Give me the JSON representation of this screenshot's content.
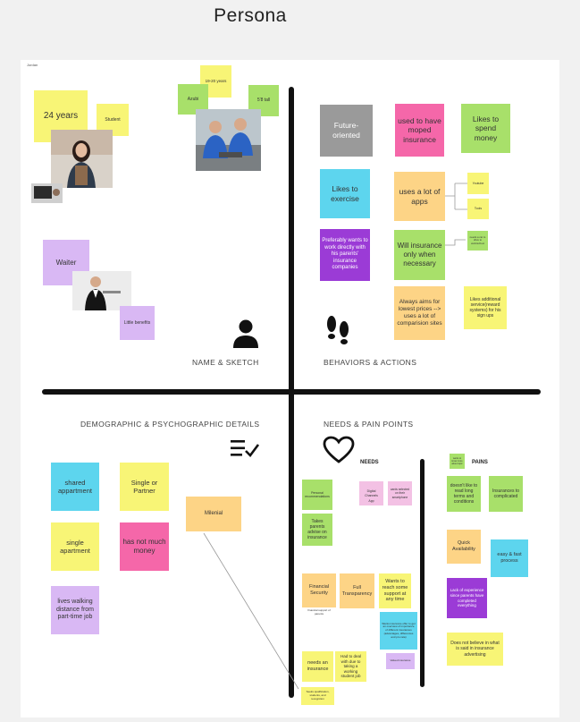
{
  "title": "Persona",
  "board_label": "Jordan",
  "sections": {
    "name": "NAME & SKETCH",
    "behaviors": "BEHAVIORS & ACTIONS",
    "demographic": "DEMOGRAPHIC & PSYCHOGRAPHIC DETAILS",
    "needs": "NEEDS & PAIN POINTS"
  },
  "columns": {
    "needs": "NEEDS",
    "pains": "PAINS"
  },
  "icons": [
    "person-icon",
    "footprints-icon",
    "checklist-icon",
    "heart-icon"
  ],
  "colors": {
    "yellow": "#f8f576",
    "green": "#a8e06a",
    "pink": "#f567a9",
    "orange": "#fdd486",
    "cyan": "#5dd5ee",
    "violet": "#9b3bd6",
    "lavender": "#d9b8f4"
  },
  "notes": {
    "age": "24 years",
    "student": "Student",
    "azubi": "Azubi",
    "age_range": "19-20 years",
    "height": "5'8 tall",
    "waiter": "Waiter",
    "little_benefits": "Little benefits",
    "future": "Future-oriented",
    "moped": "used to have moped insurance",
    "spend": "Likes to spend money",
    "exercise": "Likes to exercise",
    "apps": "uses a lot of apps",
    "youtube": "Youtube",
    "tools": "Tools",
    "parents": "Preferably wants to work directly with his parents' insurance companies",
    "will_insurance": "Will insurance only when necessary",
    "small_green": "needs a car to drive to work/school",
    "lowest": "Always aims for lowest prices --> uses a lot of comparision sites",
    "likes_additional": "Likes additional service(reward systems) for his sign ups",
    "shared": "shared appartment",
    "single_partner": "Single or Partner",
    "milenial": "Milenial",
    "single_apartment": "single apartment",
    "not_money": "has not much money",
    "walking": "lives walking distance from part-time job",
    "personal_rec": "Personal recommendations",
    "digital": "Digital Channels",
    "app": "App",
    "cards": "cards selected on their smartphone",
    "takes_parents": "Takes parents advise on insurance",
    "financial": "Financial Security",
    "transparency": "Full Transparency",
    "wants_reach": "Wants to reach some support at any time",
    "financial_sub": "financial support of parents",
    "wants_offer": "Wants insurance offer to get an overview of importance of different insurances (advantages, differences and pro rata)",
    "valued": "Valued insurance",
    "needs_ins": "needs an insurance",
    "had_to_deal": "Had to deal with due to taking a working student job",
    "seeks": "Seeks qualification, students, and recognition",
    "small_top": "wants to know more about topic",
    "doesnt_like": "doesn't like to read long terms and conditions",
    "complicated": "Insurances to complicated",
    "quick": "Quick Availability",
    "easy": "easy & fast process",
    "lack": "Lack of experience since parents have completed everything",
    "not_believe": "Does not believe in what is said in insurance advertising"
  }
}
